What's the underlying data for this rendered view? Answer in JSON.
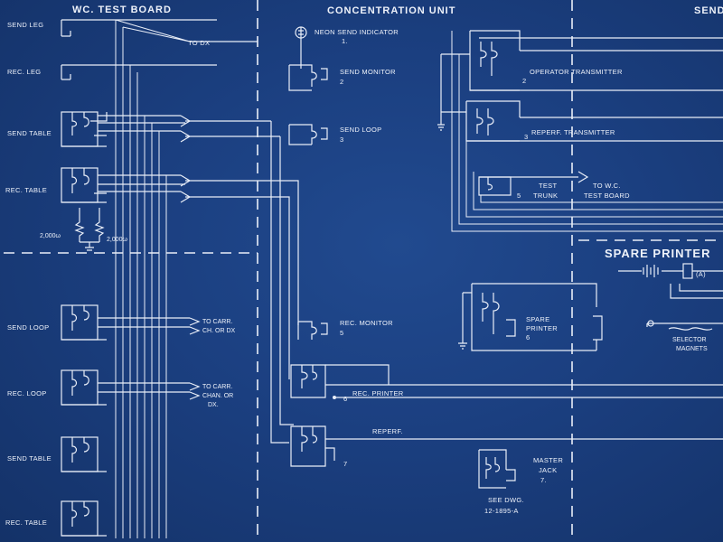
{
  "headers": {
    "wc_test_board": "WC. TEST BOARD",
    "concentration_unit": "CONCENTRATION UNIT",
    "send": "SEND",
    "spare_printer": "SPARE PRINTER"
  },
  "left_panel": {
    "send_leg": "SEND LEG",
    "rec_leg": "REC. LEG",
    "send_table": "SEND TABLE",
    "rec_table": "REC. TABLE",
    "send_loop": "SEND LOOP",
    "rec_loop": "REC. LOOP",
    "send_table_2": "SEND TABLE",
    "rec_table_2": "REC. TABLE",
    "to_dx": "TO DX",
    "res_1": "2,000ω",
    "res_2": "2,000ω",
    "to_carr_1a": "TO CARR.",
    "to_carr_1b": "CH. OR DX",
    "to_carr_2a": "TO CARR.",
    "to_carr_2b": "CHAN. OR",
    "to_carr_2c": "DX."
  },
  "concentration": {
    "neon_label": "NEON SEND INDICATOR",
    "neon_num": "1.",
    "send_monitor": "SEND MONITOR",
    "send_monitor_num": "2",
    "send_loop": "SEND LOOP",
    "send_loop_num": "3",
    "rec_monitor": "REC. MONITOR",
    "rec_monitor_num": "5",
    "rec_printer": "REC. PRINTER",
    "rec_printer_num": "6",
    "reperf": "REPERF.",
    "reperf_num": "7"
  },
  "send_section": {
    "operator_transmitter": "OPERATOR TRANSMITTER",
    "ot_num": "2",
    "reperf_transmitter": "REPERF. TRANSMITTER",
    "rt_num": "3",
    "test_a": "TEST",
    "test_b": "TRUNK",
    "test_num": "5",
    "to_wc_a": "TO W.C.",
    "to_wc_b": "TEST BOARD",
    "spare_printer_a": "SPARE",
    "spare_printer_b": "PRINTER",
    "spare_printer_num": "6",
    "master_a": "MASTER",
    "master_b": "JACK",
    "master_num": "7.",
    "see_dwg_a": "SEE DWG.",
    "see_dwg_b": "12-1895-A",
    "selector_a": "SELECTOR",
    "selector_b": "MAGNETS",
    "a_label": "(A)"
  }
}
